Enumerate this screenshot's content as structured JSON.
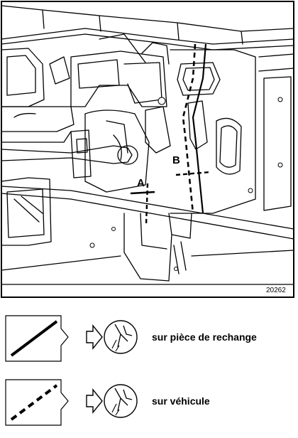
{
  "figure": {
    "reference_number": "20262",
    "cut_labels": {
      "a": "A",
      "b": "B"
    }
  },
  "legend": [
    {
      "line_style": "solid",
      "text": "sur pièce de rechange"
    },
    {
      "line_style": "dashed",
      "text": "sur véhicule"
    }
  ],
  "colors": {
    "ink": "#000000",
    "paper": "#ffffff"
  }
}
